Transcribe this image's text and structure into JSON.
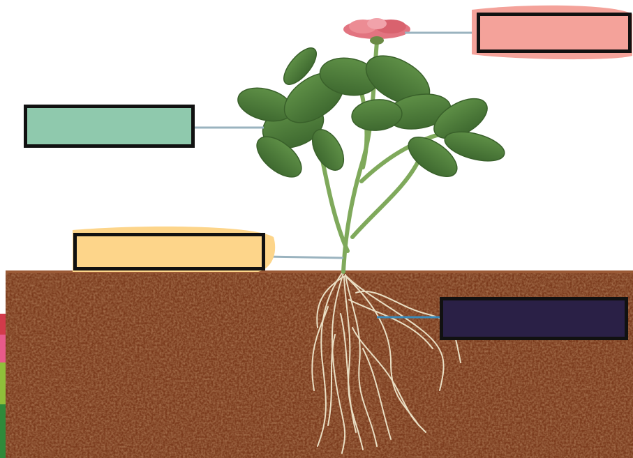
{
  "diagram": {
    "subject": "plant",
    "labels": [
      {
        "id": "flower",
        "text": "",
        "color": "#f4a29a"
      },
      {
        "id": "leaves",
        "text": "",
        "color": "#8fc9ad"
      },
      {
        "id": "stem",
        "text": "",
        "color": "#fdd58a"
      },
      {
        "id": "roots",
        "text": "",
        "color": "#2a2046"
      }
    ],
    "colors": {
      "soil": "#7a3a1c",
      "leaf": "#4e7d3a",
      "stem": "#7ea85a",
      "petal": "#e0707a",
      "root": "#e8dcc0",
      "leader_line": "#9ab3bf",
      "box_border": "#111111"
    }
  }
}
